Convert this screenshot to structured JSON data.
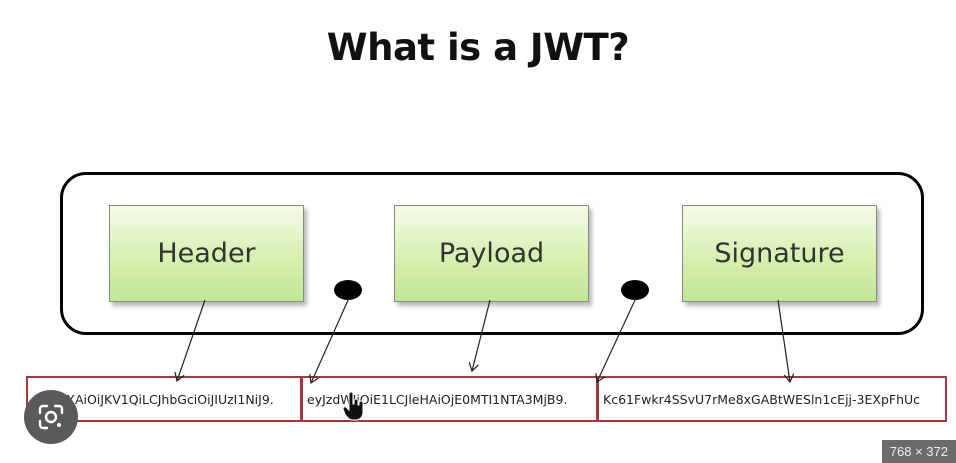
{
  "title": "What is a JWT?",
  "parts": {
    "header": "Header",
    "payload": "Payload",
    "signature": "Signature"
  },
  "token_segments": {
    "header": "eyJ0eXAiOiJKV1QiLCJhbGciOiJIUzI1NiJ9.",
    "payload": "eyJzdWIiOiE1LCJleHAiOjE0MTI1NTA3MjB9.",
    "signature": "Kc61Fwkr4SSvU7rMe8xGABtWESln1cEjj-3EXpFhUc"
  },
  "image_size_badge": "768 × 372",
  "colors": {
    "box_fill": "#d7efb0",
    "token_border": "#a8363f",
    "separator_dot": "#000000"
  },
  "icons": {
    "lens": "google-lens-icon",
    "cursor": "hand-cursor-icon"
  }
}
